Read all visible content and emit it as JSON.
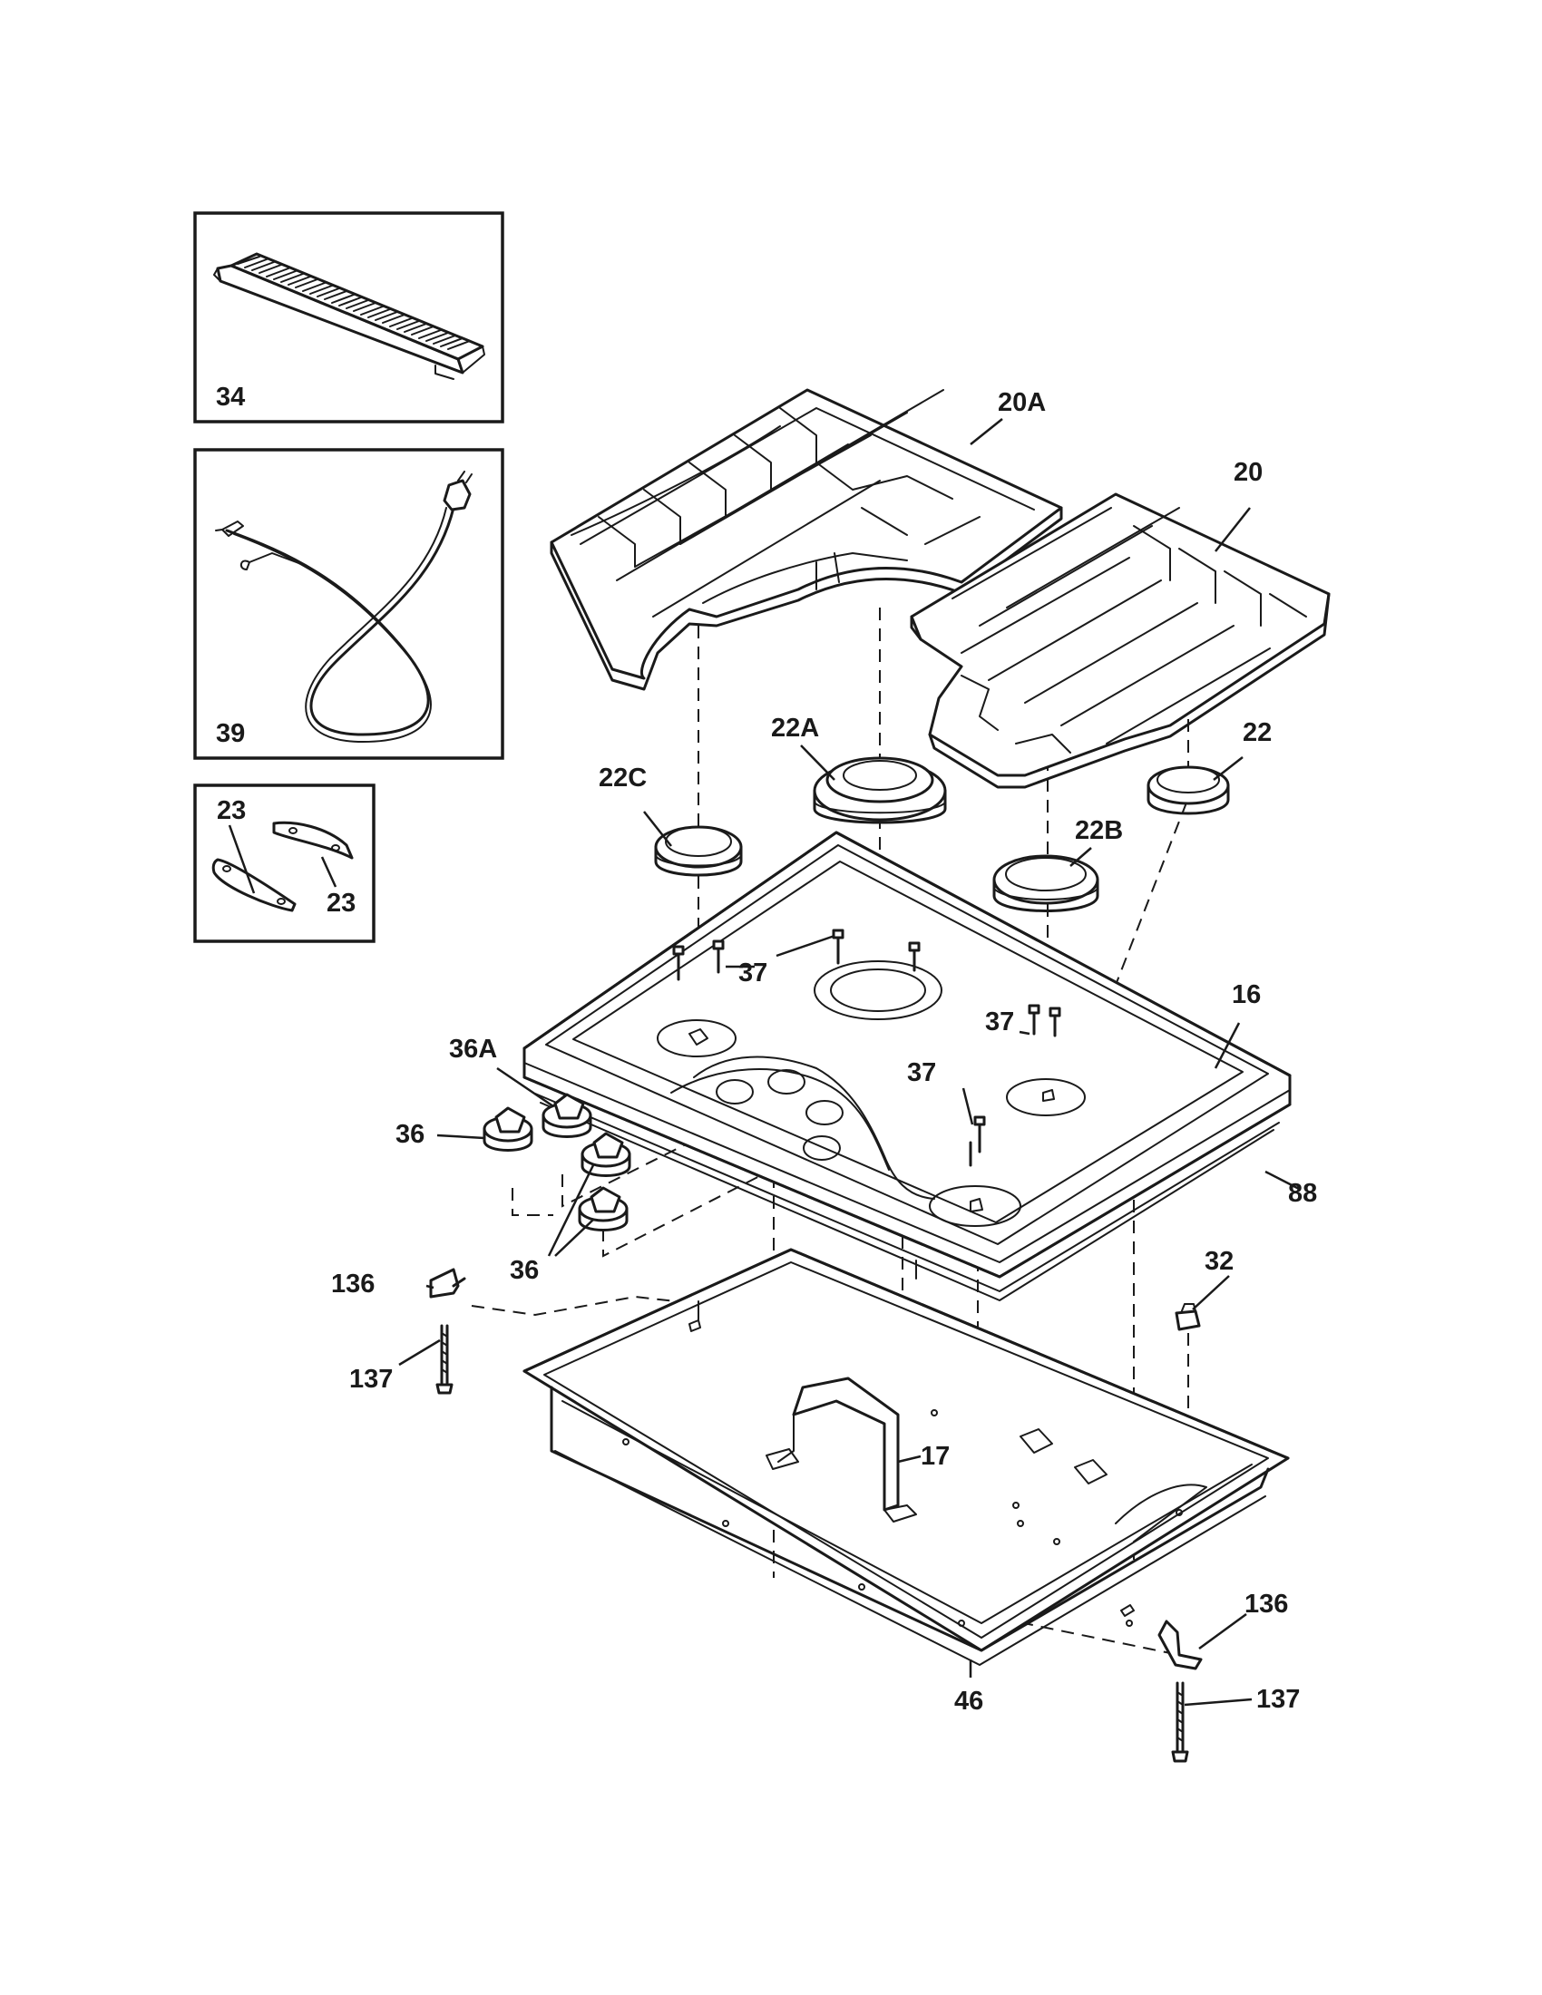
{
  "labels": {
    "p34": "34",
    "p39": "39",
    "p23a": "23",
    "p23b": "23",
    "p20A": "20A",
    "p20": "20",
    "p22A": "22A",
    "p22C": "22C",
    "p22": "22",
    "p22B": "22B",
    "p37a": "37",
    "p37b": "37",
    "p37c": "37",
    "p16": "16",
    "p36A": "36A",
    "p36a": "36",
    "p36b": "36",
    "p88": "88",
    "p136a": "136",
    "p32": "32",
    "p137a": "137",
    "p17": "17",
    "p136b": "136",
    "p137b": "137",
    "p46": "46"
  }
}
